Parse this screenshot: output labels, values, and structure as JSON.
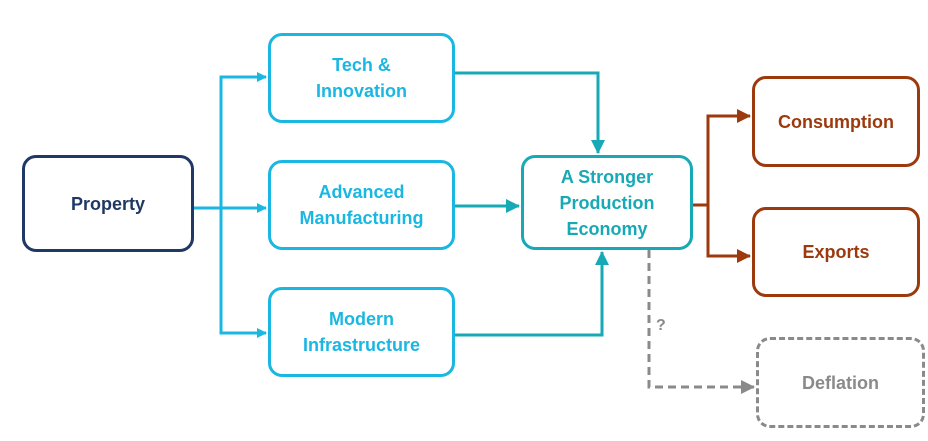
{
  "nodes": {
    "property": {
      "label": "Property"
    },
    "tech": {
      "label": "Tech & Innovation"
    },
    "manufacturing": {
      "label": "Advanced Manufacturing"
    },
    "infrastructure": {
      "label": "Modern Infrastructure"
    },
    "production": {
      "label": "A Stronger Production Economy"
    },
    "consumption": {
      "label": "Consumption"
    },
    "exports": {
      "label": "Exports"
    },
    "deflation": {
      "label": "Deflation"
    }
  },
  "edges": [
    {
      "from": "property",
      "to": "tech"
    },
    {
      "from": "property",
      "to": "manufacturing"
    },
    {
      "from": "property",
      "to": "infrastructure"
    },
    {
      "from": "tech",
      "to": "production"
    },
    {
      "from": "manufacturing",
      "to": "production"
    },
    {
      "from": "infrastructure",
      "to": "production"
    },
    {
      "from": "production",
      "to": "consumption"
    },
    {
      "from": "production",
      "to": "exports"
    },
    {
      "from": "production",
      "to": "deflation",
      "style": "dashed",
      "label": "?"
    }
  ],
  "colors": {
    "property": "#1f3864",
    "drivers": "#1ab7e2",
    "production": "#17a9b5",
    "outcomes": "#9c3a0e",
    "uncertain": "#8a8a8a"
  },
  "uncertain_label": "?"
}
